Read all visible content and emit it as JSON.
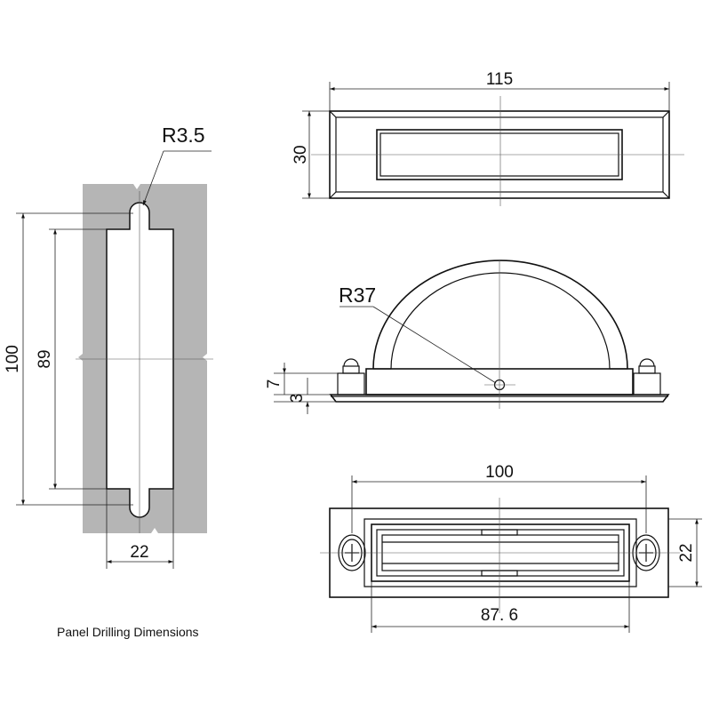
{
  "labels": {
    "radius_slot": "R3.5",
    "height_100": "100",
    "height_89": "89",
    "width_22_panel": "22",
    "caption": "Panel Drilling Dimensions",
    "width_115": "115",
    "height_30": "30",
    "radius_handle": "R37",
    "height_7": "7",
    "height_3": "3",
    "width_100": "100",
    "height_22": "22",
    "width_87_6": "87. 6"
  },
  "colors": {
    "panel_fill": "#b5b5b5",
    "line": "#111111",
    "background": "#ffffff"
  }
}
